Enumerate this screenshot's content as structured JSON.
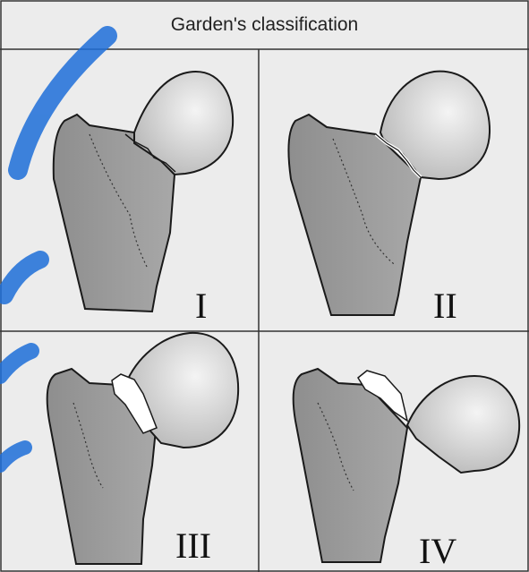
{
  "title": "Garden's classification",
  "panels": [
    {
      "numeral": "I"
    },
    {
      "numeral": "II"
    },
    {
      "numeral": "III"
    },
    {
      "numeral": "IV"
    }
  ],
  "colors": {
    "panel_bg": "#ececec",
    "bone": "#9a9a9a",
    "head": "#d2d2d2",
    "outline": "#1a1a1a",
    "watermark": "#1e6fd9"
  }
}
